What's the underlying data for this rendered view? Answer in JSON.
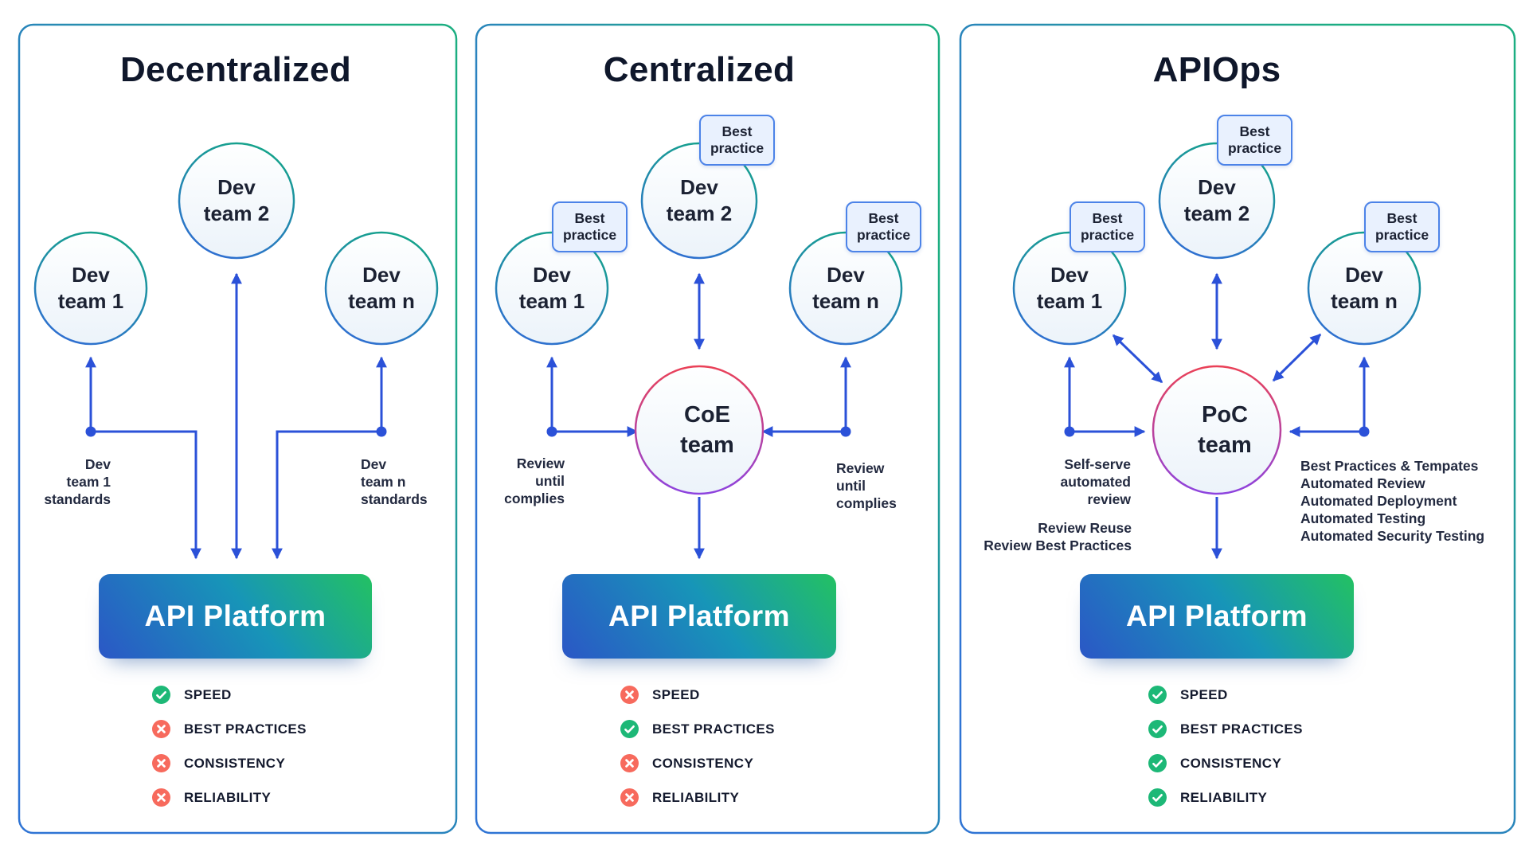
{
  "colors": {
    "arrow_blue": "#2b51d8",
    "panel_border_blue": "#2f74d4",
    "panel_border_green": "#1cae81",
    "team_circle_green": "#14a489",
    "team_circle_blue": "#2f6ed2",
    "center_circle_red": "#ea4157",
    "center_circle_purple": "#8d43df",
    "button_gradient": [
      "#2b57c6",
      "#1795b8",
      "#23c162"
    ],
    "badge_border": "#4c83e8",
    "badge_fill": "#e9f1fe",
    "pass_green": "#1db877",
    "fail_red": "#f76a5d",
    "title_color": "#0f172b"
  },
  "panels": [
    {
      "title": "Decentralized",
      "teams": {
        "t1": "Dev\nteam 1",
        "t2": "Dev\nteam 2",
        "tn": "Dev\nteam n"
      },
      "annotations": {
        "left": "Dev\nteam 1\nstandards",
        "right": "Dev\nteam n\nstandards"
      },
      "platform_label": "API Platform",
      "checklist": [
        {
          "label": "SPEED",
          "status": "pass"
        },
        {
          "label": "BEST PRACTICES",
          "status": "fail"
        },
        {
          "label": "CONSISTENCY",
          "status": "fail"
        },
        {
          "label": "RELIABILITY",
          "status": "fail"
        }
      ]
    },
    {
      "title": "Centralized",
      "badge_label": "Best\npractice",
      "teams": {
        "t1": "Dev\nteam 1",
        "t2": "Dev\nteam 2",
        "tn": "Dev\nteam n"
      },
      "center_label": "CoE\nteam",
      "annotations": {
        "left": "Review\nuntil\ncomplies",
        "right": "Review\nuntil\ncomplies"
      },
      "platform_label": "API Platform",
      "checklist": [
        {
          "label": "SPEED",
          "status": "fail"
        },
        {
          "label": "BEST PRACTICES",
          "status": "pass"
        },
        {
          "label": "CONSISTENCY",
          "status": "fail"
        },
        {
          "label": "RELIABILITY",
          "status": "fail"
        }
      ]
    },
    {
      "title": "APIOps",
      "badge_label": "Best\npractice",
      "teams": {
        "t1": "Dev\nteam 1",
        "t2": "Dev\nteam 2",
        "tn": "Dev\nteam n"
      },
      "center_label": "PoC\nteam",
      "annotations": {
        "left": "Self-serve\nautomated\nreview",
        "left2": "Review Reuse\nReview Best Practices",
        "right": "Best Practices & Tempates\nAutomated Review\nAutomated Deployment\nAutomated Testing\nAutomated Security Testing"
      },
      "platform_label": "API Platform",
      "checklist": [
        {
          "label": "SPEED",
          "status": "pass"
        },
        {
          "label": "BEST PRACTICES",
          "status": "pass"
        },
        {
          "label": "CONSISTENCY",
          "status": "pass"
        },
        {
          "label": "RELIABILITY",
          "status": "pass"
        }
      ]
    }
  ]
}
